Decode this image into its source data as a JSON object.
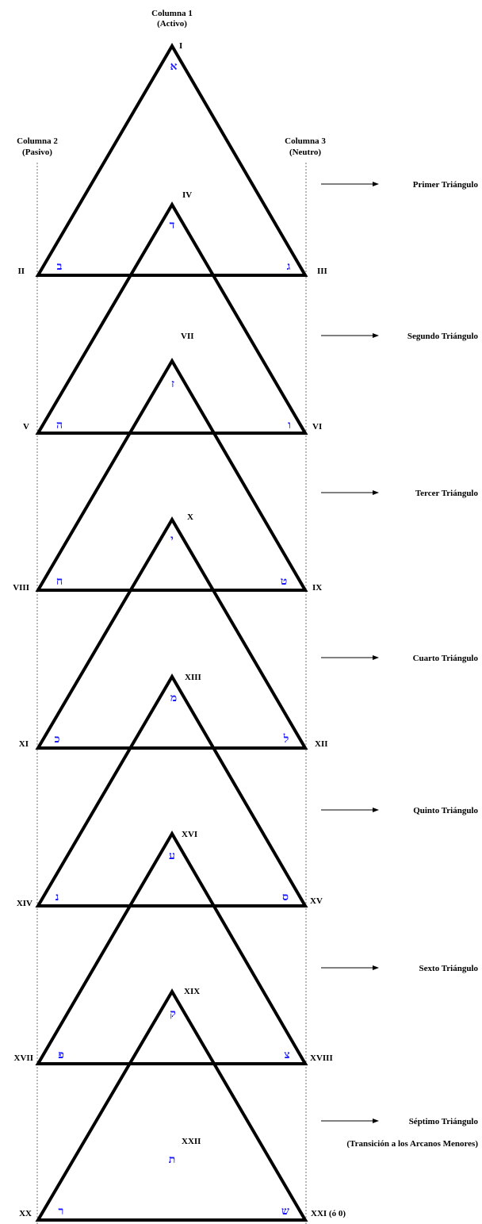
{
  "columns": {
    "c1": {
      "title": "Columna 1",
      "sub": "(Activo)"
    },
    "c2": {
      "title": "Columna 2",
      "sub": "(Pasivo)"
    },
    "c3": {
      "title": "Columna 3",
      "sub": "(Neutro)"
    }
  },
  "numerals": [
    "I",
    "II",
    "III",
    "IV",
    "V",
    "VI",
    "VII",
    "VIII",
    "IX",
    "X",
    "XI",
    "XII",
    "XIII",
    "XIV",
    "XV",
    "XVI",
    "XVII",
    "XVIII",
    "XIX",
    "XX",
    "XXI (ó 0)",
    "XXII"
  ],
  "hebrew": [
    "א",
    "ב",
    "ג",
    "ד",
    "ה",
    "ו",
    "ז",
    "ח",
    "ט",
    "י",
    "כ",
    "ל",
    "מ",
    "נ",
    "ס",
    "ע",
    "פ",
    "צ",
    "ק",
    "ר",
    "ש",
    "ת"
  ],
  "triangles": [
    "Primer Triángulo",
    "Segundo Triángulo",
    "Tercer Triángulo",
    "Cuarto Triángulo",
    "Quinto Triángulo",
    "Sexto Triángulo",
    "Séptimo Triángulo"
  ],
  "transition_note": "(Transición a los Arcanos Menores)"
}
